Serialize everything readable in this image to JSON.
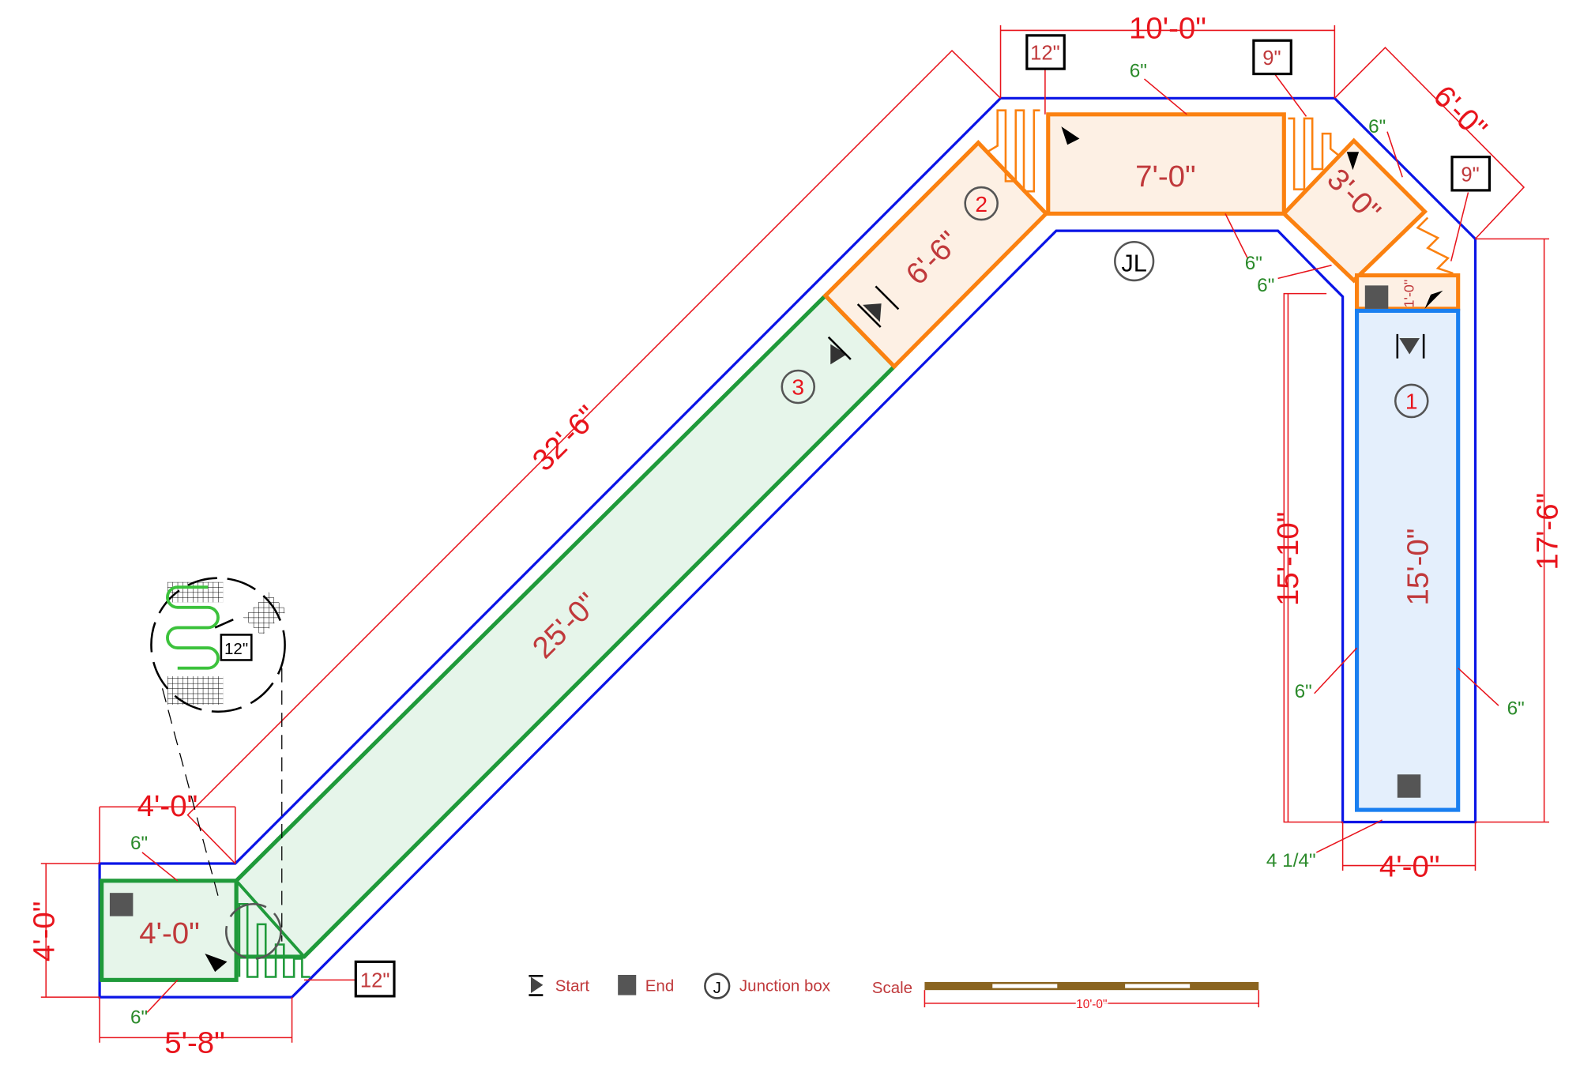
{
  "colors": {
    "outline": "#0a14e6",
    "green": "#1f9a3a",
    "green_fill": "#e6f5ea",
    "orange": "#fb8110",
    "orange_fill": "#fdf0e4",
    "blue": "#1a7ff0",
    "blue_fill": "#e4effc",
    "dim": "#e8141c"
  },
  "dimensions": {
    "diag_total": "32'-6\"",
    "top_total": "10'-0\"",
    "corner_right": "6'-0\"",
    "right_total": "17'-6\"",
    "right_inner": "15'-10\"",
    "bottom_right_width": "4'-0\"",
    "bottom_right_gap": "4 1/4\"",
    "left_top_width": "4'-0\"",
    "left_height": "4'-0\"",
    "left_bottom_width": "5'-8\""
  },
  "segments": {
    "s_diag_long": "25'-0\"",
    "s_diag_short": "6'-6\"",
    "s_top": "7'-0\"",
    "s_corner": "3'-0\"",
    "s_right": "15'-0\"",
    "s_left": "4'-0\"",
    "s_small": "1'-0\""
  },
  "offsets": [
    "6\"",
    "6\"",
    "6\"",
    "6\"",
    "6\"",
    "6\"",
    "6\"",
    "6\""
  ],
  "callouts": {
    "c12_top": "12\"",
    "c9_top": "9\"",
    "c9_right": "9\"",
    "c12_bottom": "12\"",
    "c12_detail": "12\""
  },
  "zones": {
    "one": "1",
    "two": "2",
    "three": "3",
    "junction": "JL"
  },
  "legend": {
    "start": "Start",
    "end": "End",
    "junction_symbol": "J",
    "junction": "Junction box",
    "scale": "Scale",
    "scale_length": "10'-0\""
  }
}
